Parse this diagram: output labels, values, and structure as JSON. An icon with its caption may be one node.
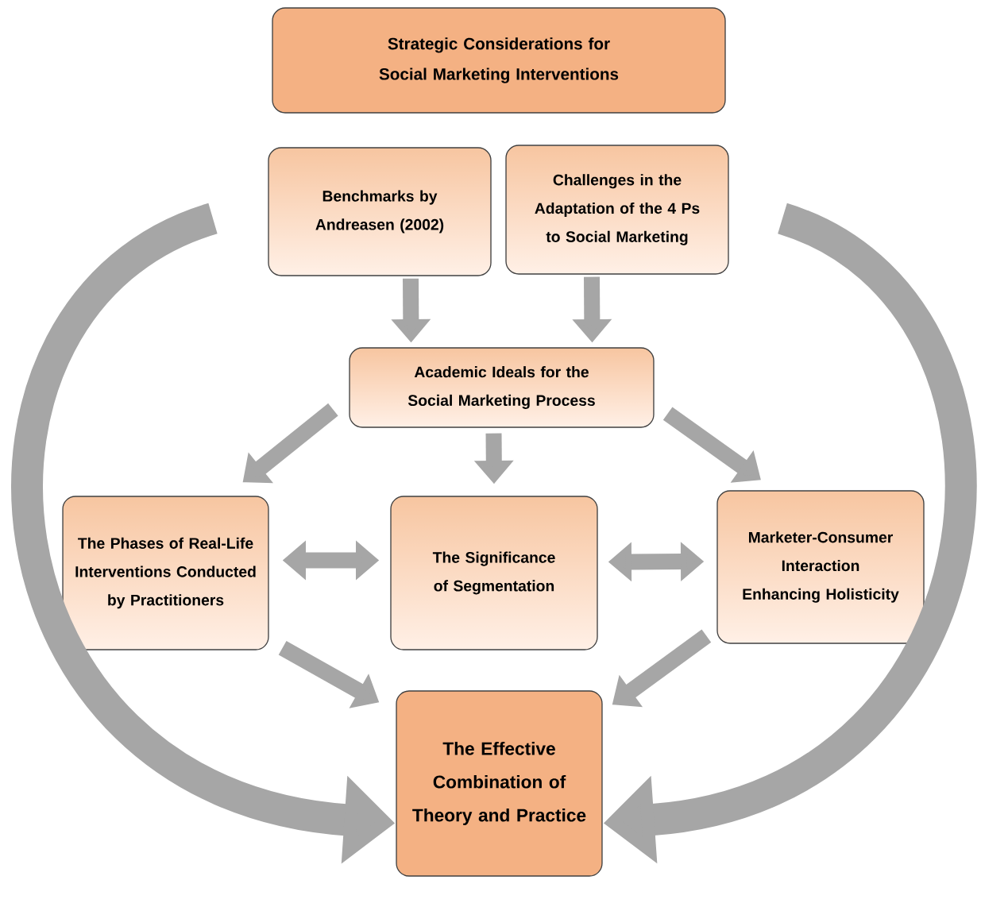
{
  "diagram": {
    "nodes": [
      {
        "text": [
          "Strategic Considerations for Social Marketing Interventions"
        ]
      },
      {
        "text": [
          "Benchmarks by Andreasen (2002)"
        ]
      },
      {
        "text": [
          "Challenges in the Adaptation of the 4 Ps to Social Marketing"
        ]
      },
      {
        "text": [
          "Academic Ideals for the Social Marketing Process"
        ]
      },
      {
        "text": [
          "The Phases of Real-Life Interventions Conducted by Practitioners"
        ]
      },
      {
        "text": [
          "The Significance of Segmentation"
        ]
      },
      {
        "text": [
          "Marketer-Consumer Interaction Enhancing Holisticity"
        ]
      },
      {
        "text": [
          "The Effective Combination of Theory and Practice"
        ]
      }
    ],
    "edges": [
      {
        "from": 1,
        "to": 3,
        "arrow": "to"
      },
      {
        "from": 2,
        "to": 3,
        "arrow": "to"
      },
      {
        "from": 3,
        "to": 4,
        "arrow": "to"
      },
      {
        "from": 3,
        "to": 5,
        "arrow": "to"
      },
      {
        "from": 3,
        "to": 6,
        "arrow": "to"
      },
      {
        "from": 4,
        "to": 5,
        "arrow": "both"
      },
      {
        "from": 5,
        "to": 6,
        "arrow": "both"
      },
      {
        "from": 4,
        "to": 7,
        "arrow": "to"
      },
      {
        "from": 6,
        "to": 7,
        "arrow": "to"
      },
      {
        "from": null,
        "to": 7,
        "arrow": "to",
        "style": "thick"
      },
      {
        "from": null,
        "to": 7,
        "arrow": "to",
        "style": "thick"
      }
    ]
  }
}
